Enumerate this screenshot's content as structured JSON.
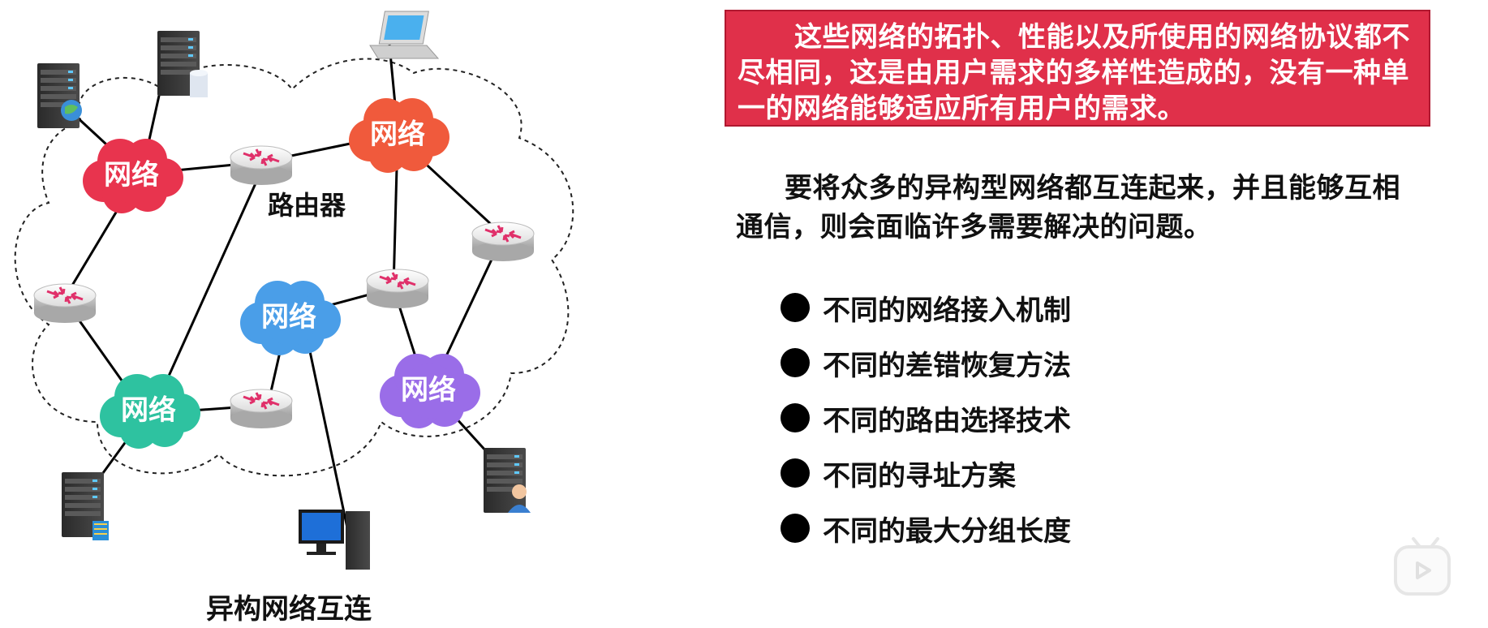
{
  "diagram": {
    "cloud_label": "网络",
    "router_label": "路由器",
    "caption": "异构网络互连",
    "colors": {
      "network_red": "#e8344e",
      "network_orange": "#f05a3c",
      "network_blue": "#4a9ee8",
      "network_green": "#2ec2a0",
      "network_purple": "#9a6de8",
      "router_arrow": "#e0306a"
    }
  },
  "callout": {
    "text": "这些网络的拓扑、性能以及所使用的网络协议都不尽相同，这是由用户需求的多样性造成的，没有一种单一的网络能够适应所有用户的需求。",
    "background": "#e0304a"
  },
  "paragraph": "要将众多的异构型网络都互连起来，并且能够互相通信，则会面临许多需要解决的问题。",
  "problems": [
    "不同的网络接入机制",
    "不同的差错恢复方法",
    "不同的路由选择技术",
    "不同的寻址方案",
    "不同的最大分组长度"
  ]
}
